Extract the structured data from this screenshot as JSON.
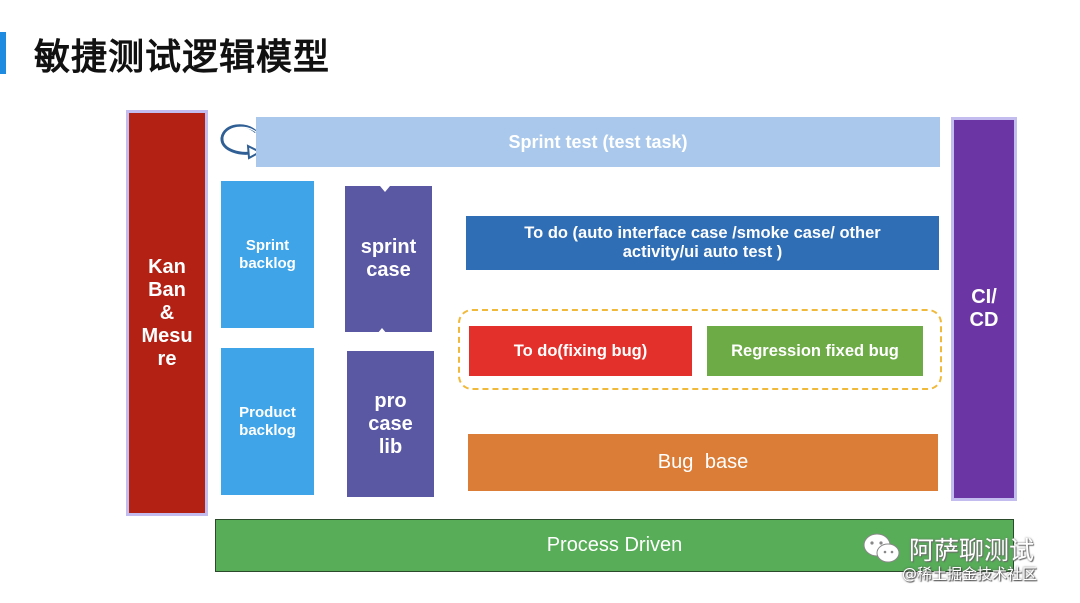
{
  "title": "敏捷测试逻辑模型",
  "blocks": {
    "kanban": "Kan\nBan\n&\nMesu\nre",
    "cicd": "CI/\nCD",
    "sprint_test": "Sprint test (test task)",
    "sprint_backlog": "Sprint\nbacklog",
    "product_backlog": "Product\nbacklog",
    "sprint_case": "sprint\ncase",
    "pro_case_lib": "pro\ncase\nlib",
    "todo_auto": "To do (auto interface case /smoke case/ other\nactivity/ui auto test  )",
    "todo_fix": "To do(fixing bug)",
    "regression": "Regression  fixed bug",
    "bug_base": "Bug  base",
    "process_driven": "Process Driven"
  },
  "watermark": {
    "name": "阿萨聊测试",
    "site": "@稀土掘金技术社区",
    "icon": "wechat-icon"
  },
  "colors": {
    "accent": "#1f8be0",
    "kanban": "#b32115",
    "cicd": "#6b35a3",
    "sprint_test": "#a9c8eb",
    "backlog": "#3fa5e8",
    "case": "#5a57a3",
    "todo_auto": "#2f6db5",
    "todo_fix": "#e4302b",
    "regression": "#6dab46",
    "bug_base": "#dc7d37",
    "process_driven": "#57ad58",
    "dashed_border": "#f0b93a"
  }
}
